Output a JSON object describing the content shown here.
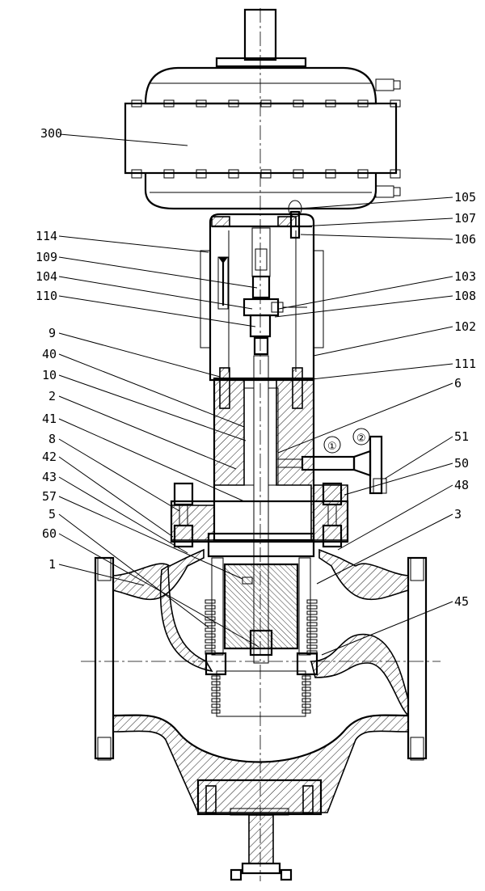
{
  "drawing": {
    "title": "Control valve sectional assembly",
    "colors": {
      "line": "#000000",
      "background": "#ffffff"
    },
    "part_labels": [
      "300",
      "105",
      "107",
      "106",
      "114",
      "109",
      "104",
      "103",
      "108",
      "110",
      "102",
      "9",
      "111",
      "40",
      "6",
      "10",
      "2",
      "51",
      "41",
      "50",
      "8",
      "48",
      "42",
      "43",
      "3",
      "57",
      "5",
      "60",
      "1",
      "45"
    ],
    "callouts": [
      "①",
      "②"
    ]
  }
}
